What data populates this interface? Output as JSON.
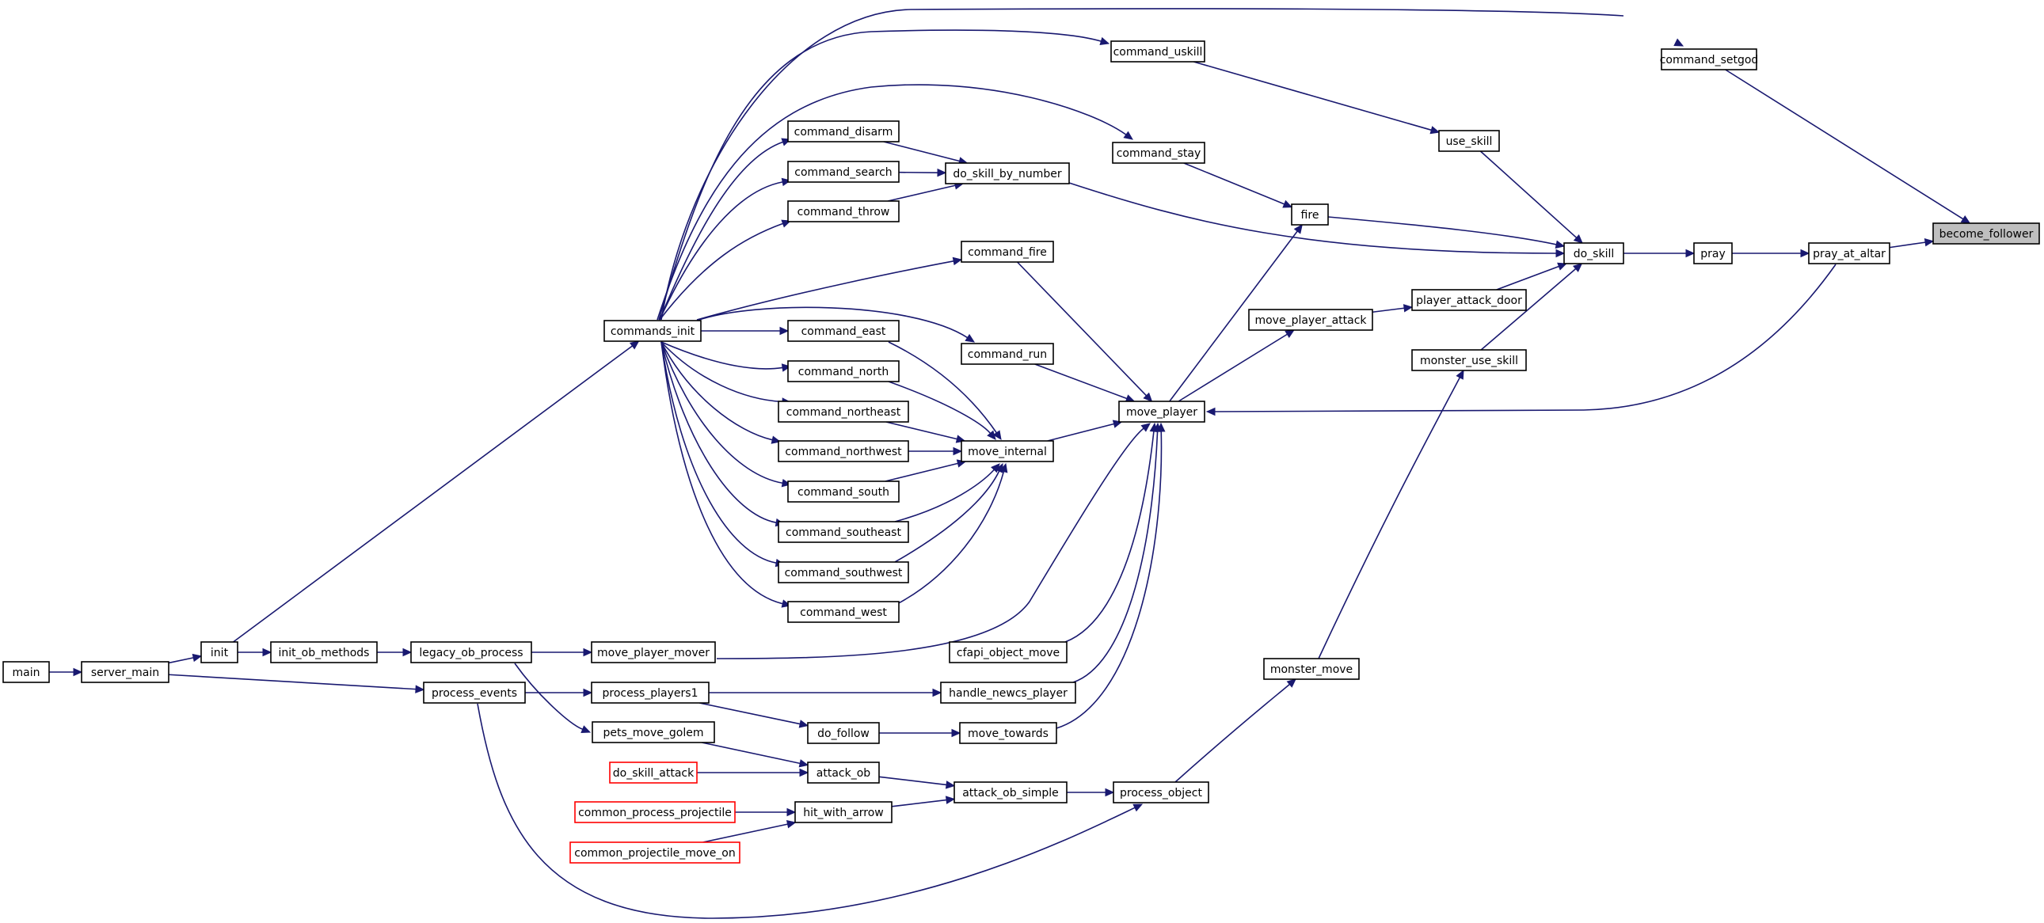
{
  "colors": {
    "edge": "#191970",
    "node_border": "#000000",
    "external_border": "#ff0000",
    "root_fill": "#bfbfbf"
  },
  "nodes": {
    "become_follower": {
      "label": "become_follower",
      "style": "root"
    },
    "pray_at_altar": {
      "label": "pray_at_altar",
      "style": "normal"
    },
    "command_setgod": {
      "label": "command_setgod",
      "style": "normal"
    },
    "pray": {
      "label": "pray",
      "style": "normal"
    },
    "do_skill": {
      "label": "do_skill",
      "style": "normal"
    },
    "use_skill": {
      "label": "use_skill",
      "style": "normal"
    },
    "player_attack_door": {
      "label": "player_attack_door",
      "style": "normal"
    },
    "monster_use_skill": {
      "label": "monster_use_skill",
      "style": "normal"
    },
    "command_uskill": {
      "label": "command_uskill",
      "style": "normal"
    },
    "fire": {
      "label": "fire",
      "style": "normal"
    },
    "command_stay": {
      "label": "command_stay",
      "style": "normal"
    },
    "move_player_attack": {
      "label": "move_player_attack",
      "style": "normal"
    },
    "move_player": {
      "label": "move_player",
      "style": "normal"
    },
    "do_skill_by_number": {
      "label": "do_skill_by_number",
      "style": "normal"
    },
    "command_disarm": {
      "label": "command_disarm",
      "style": "normal"
    },
    "command_search": {
      "label": "command_search",
      "style": "normal"
    },
    "command_throw": {
      "label": "command_throw",
      "style": "normal"
    },
    "command_fire": {
      "label": "command_fire",
      "style": "normal"
    },
    "command_run": {
      "label": "command_run",
      "style": "normal"
    },
    "move_internal": {
      "label": "move_internal",
      "style": "normal"
    },
    "command_east": {
      "label": "command_east",
      "style": "normal"
    },
    "command_north": {
      "label": "command_north",
      "style": "normal"
    },
    "command_northeast": {
      "label": "command_northeast",
      "style": "normal"
    },
    "command_northwest": {
      "label": "command_northwest",
      "style": "normal"
    },
    "command_south": {
      "label": "command_south",
      "style": "normal"
    },
    "command_southeast": {
      "label": "command_southeast",
      "style": "normal"
    },
    "command_southwest": {
      "label": "command_southwest",
      "style": "normal"
    },
    "command_west": {
      "label": "command_west",
      "style": "normal"
    },
    "commands_init": {
      "label": "commands_init",
      "style": "normal"
    },
    "init": {
      "label": "init",
      "style": "normal"
    },
    "init_ob_methods": {
      "label": "init_ob_methods",
      "style": "normal"
    },
    "legacy_ob_process": {
      "label": "legacy_ob_process",
      "style": "normal"
    },
    "move_player_mover": {
      "label": "move_player_mover",
      "style": "normal"
    },
    "cfapi_object_move": {
      "label": "cfapi_object_move",
      "style": "normal"
    },
    "handle_newcs_player": {
      "label": "handle_newcs_player",
      "style": "normal"
    },
    "move_towards": {
      "label": "move_towards",
      "style": "normal"
    },
    "do_follow": {
      "label": "do_follow",
      "style": "normal"
    },
    "process_players1": {
      "label": "process_players1",
      "style": "normal"
    },
    "process_events": {
      "label": "process_events",
      "style": "normal"
    },
    "server_main": {
      "label": "server_main",
      "style": "normal"
    },
    "main": {
      "label": "main",
      "style": "normal"
    },
    "monster_move": {
      "label": "monster_move",
      "style": "normal"
    },
    "process_object": {
      "label": "process_object",
      "style": "normal"
    },
    "attack_ob_simple": {
      "label": "attack_ob_simple",
      "style": "normal"
    },
    "attack_ob": {
      "label": "attack_ob",
      "style": "normal"
    },
    "hit_with_arrow": {
      "label": "hit_with_arrow",
      "style": "normal"
    },
    "pets_move_golem": {
      "label": "pets_move_golem",
      "style": "normal"
    },
    "do_skill_attack": {
      "label": "do_skill_attack",
      "style": "external"
    },
    "common_process_projectile": {
      "label": "common_process_projectile",
      "style": "external"
    },
    "common_projectile_move_on": {
      "label": "common_projectile_move_on",
      "style": "external"
    }
  },
  "edges": [
    [
      "pray_at_altar",
      "become_follower"
    ],
    [
      "command_setgod",
      "become_follower"
    ],
    [
      "pray",
      "pray_at_altar"
    ],
    [
      "commands_init",
      "command_setgod"
    ],
    [
      "do_skill",
      "pray"
    ],
    [
      "use_skill",
      "do_skill"
    ],
    [
      "player_attack_door",
      "do_skill"
    ],
    [
      "monster_use_skill",
      "do_skill"
    ],
    [
      "fire",
      "do_skill"
    ],
    [
      "do_skill_by_number",
      "do_skill"
    ],
    [
      "command_uskill",
      "use_skill"
    ],
    [
      "commands_init",
      "command_uskill"
    ],
    [
      "command_stay",
      "fire"
    ],
    [
      "move_player",
      "fire"
    ],
    [
      "commands_init",
      "command_stay"
    ],
    [
      "move_player_attack",
      "player_attack_door"
    ],
    [
      "move_player",
      "move_player_attack"
    ],
    [
      "monster_move",
      "monster_use_skill"
    ],
    [
      "pray_at_altar",
      "move_player"
    ],
    [
      "command_disarm",
      "do_skill_by_number"
    ],
    [
      "command_search",
      "do_skill_by_number"
    ],
    [
      "command_throw",
      "do_skill_by_number"
    ],
    [
      "commands_init",
      "command_disarm"
    ],
    [
      "commands_init",
      "command_search"
    ],
    [
      "commands_init",
      "command_throw"
    ],
    [
      "command_fire",
      "move_player"
    ],
    [
      "command_run",
      "move_player"
    ],
    [
      "move_internal",
      "move_player"
    ],
    [
      "move_player_mover",
      "move_player"
    ],
    [
      "cfapi_object_move",
      "move_player"
    ],
    [
      "handle_newcs_player",
      "move_player"
    ],
    [
      "move_towards",
      "move_player"
    ],
    [
      "commands_init",
      "command_fire"
    ],
    [
      "commands_init",
      "command_run"
    ],
    [
      "command_east",
      "move_internal"
    ],
    [
      "command_north",
      "move_internal"
    ],
    [
      "command_northeast",
      "move_internal"
    ],
    [
      "command_northwest",
      "move_internal"
    ],
    [
      "command_south",
      "move_internal"
    ],
    [
      "command_southeast",
      "move_internal"
    ],
    [
      "command_southwest",
      "move_internal"
    ],
    [
      "command_west",
      "move_internal"
    ],
    [
      "commands_init",
      "command_east"
    ],
    [
      "commands_init",
      "command_north"
    ],
    [
      "commands_init",
      "command_northeast"
    ],
    [
      "commands_init",
      "command_northwest"
    ],
    [
      "commands_init",
      "command_south"
    ],
    [
      "commands_init",
      "command_southeast"
    ],
    [
      "commands_init",
      "command_southwest"
    ],
    [
      "commands_init",
      "command_west"
    ],
    [
      "init",
      "commands_init"
    ],
    [
      "init",
      "init_ob_methods"
    ],
    [
      "init_ob_methods",
      "legacy_ob_process"
    ],
    [
      "server_main",
      "init"
    ],
    [
      "main",
      "server_main"
    ],
    [
      "legacy_ob_process",
      "move_player_mover"
    ],
    [
      "legacy_ob_process",
      "pets_move_golem"
    ],
    [
      "process_players1",
      "handle_newcs_player"
    ],
    [
      "process_players1",
      "do_follow"
    ],
    [
      "do_follow",
      "move_towards"
    ],
    [
      "process_events",
      "process_players1"
    ],
    [
      "server_main",
      "process_events"
    ],
    [
      "process_events",
      "process_object"
    ],
    [
      "process_object",
      "monster_move"
    ],
    [
      "attack_ob_simple",
      "process_object"
    ],
    [
      "attack_ob",
      "attack_ob_simple"
    ],
    [
      "hit_with_arrow",
      "attack_ob_simple"
    ],
    [
      "pets_move_golem",
      "attack_ob"
    ],
    [
      "do_skill_attack",
      "attack_ob"
    ],
    [
      "common_process_projectile",
      "hit_with_arrow"
    ],
    [
      "common_projectile_move_on",
      "hit_with_arrow"
    ]
  ]
}
